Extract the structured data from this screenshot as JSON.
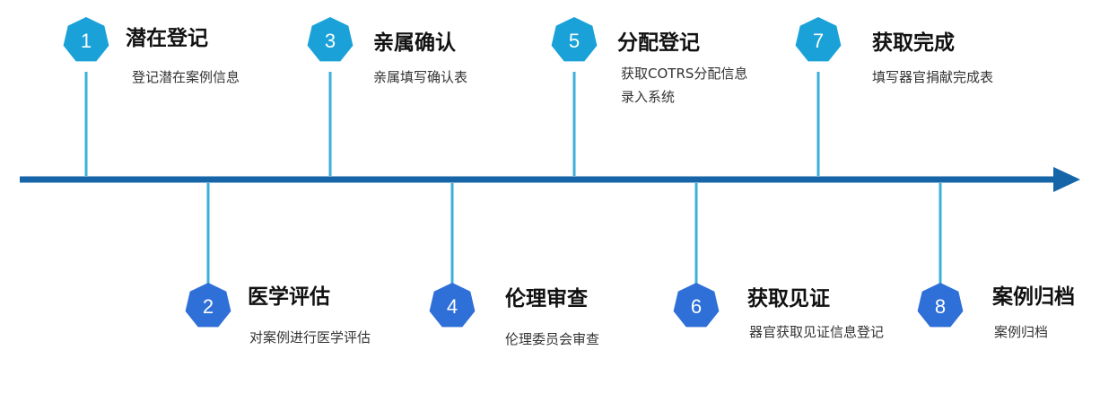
{
  "colors": {
    "axis": "#1565a8",
    "connector": "#3bb0da",
    "top_node": "#1aa2d8",
    "bottom_node": "#2f6fd8"
  },
  "steps": [
    {
      "number": "1",
      "title": "潜在登记",
      "desc": [
        "登记潜在案例信息"
      ]
    },
    {
      "number": "2",
      "title": "医学评估",
      "desc": [
        "对案例进行医学评估"
      ]
    },
    {
      "number": "3",
      "title": "亲属确认",
      "desc": [
        "亲属填写确认表"
      ]
    },
    {
      "number": "4",
      "title": "伦理审查",
      "desc": [
        "伦理委员会审查"
      ]
    },
    {
      "number": "5",
      "title": "分配登记",
      "desc": [
        "获取COTRS分配信息",
        "录入系统"
      ]
    },
    {
      "number": "6",
      "title": "获取见证",
      "desc": [
        "器官获取见证信息登记"
      ]
    },
    {
      "number": "7",
      "title": "获取完成",
      "desc": [
        "填写器官捐献完成表"
      ]
    },
    {
      "number": "8",
      "title": "案例归档",
      "desc": [
        "案例归档"
      ]
    }
  ]
}
